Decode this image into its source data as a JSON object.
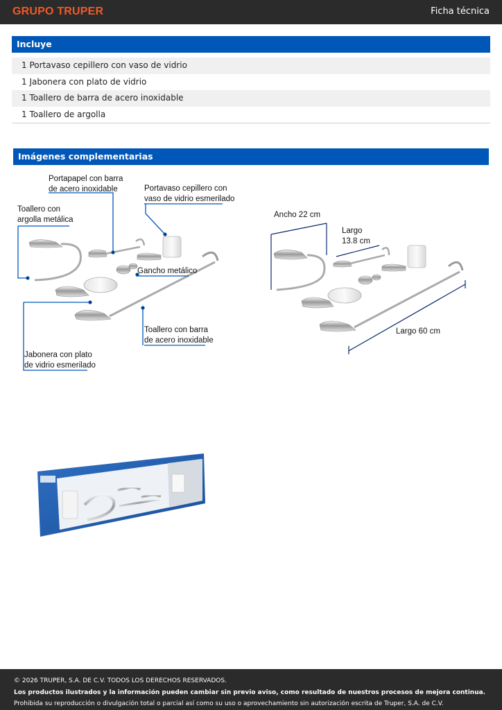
{
  "header": {
    "brand": "GRUPO TRUPER",
    "doc_type": "Ficha técnica"
  },
  "includes": {
    "title": "Incluye",
    "items": [
      "1 Portavaso cepillero con vaso de vidrio",
      "1 Jabonera con plato de vidrio",
      "1 Toallero de barra de acero inoxidable",
      "1 Toallero de argolla"
    ]
  },
  "images": {
    "title": "Imágenes complementarias",
    "callouts": {
      "portapapel": [
        "Portapapel con barra",
        "de acero inoxidable"
      ],
      "portavaso": [
        "Portavaso cepillero con",
        "vaso de vidrio esmerilado"
      ],
      "toallero_argolla": [
        "Toallero con",
        "argolla metálica"
      ],
      "gancho": "Gancho metálico",
      "toallero_barra": [
        "Toallero con barra",
        "de acero inoxidable"
      ],
      "jabonera": [
        "Jabonera con plato",
        "de vidrio esmerilado"
      ]
    },
    "dimensions": {
      "ancho": "Ancho 22 cm",
      "largo_small": [
        "Largo",
        "13.8 cm"
      ],
      "largo_large": "Largo 60 cm"
    }
  },
  "footer": {
    "copyright": "© 2026 TRUPER, S.A. DE C.V. TODOS LOS DERECHOS RESERVADOS.",
    "notice": "Los productos ilustrados y la información pueden cambiar sin previo aviso, como resultado de nuestros procesos de mejora continua.",
    "prohibition": "Prohibida su reproducción o divulgación total o parcial así como su uso o aprovechamiento sin autorización escrita de Truper, S.A. de C.V."
  },
  "colors": {
    "brand_orange": "#f05a28",
    "section_blue": "#0057b8",
    "callout_line": "#0057b8",
    "bar_dark": "#2b2b2b"
  }
}
